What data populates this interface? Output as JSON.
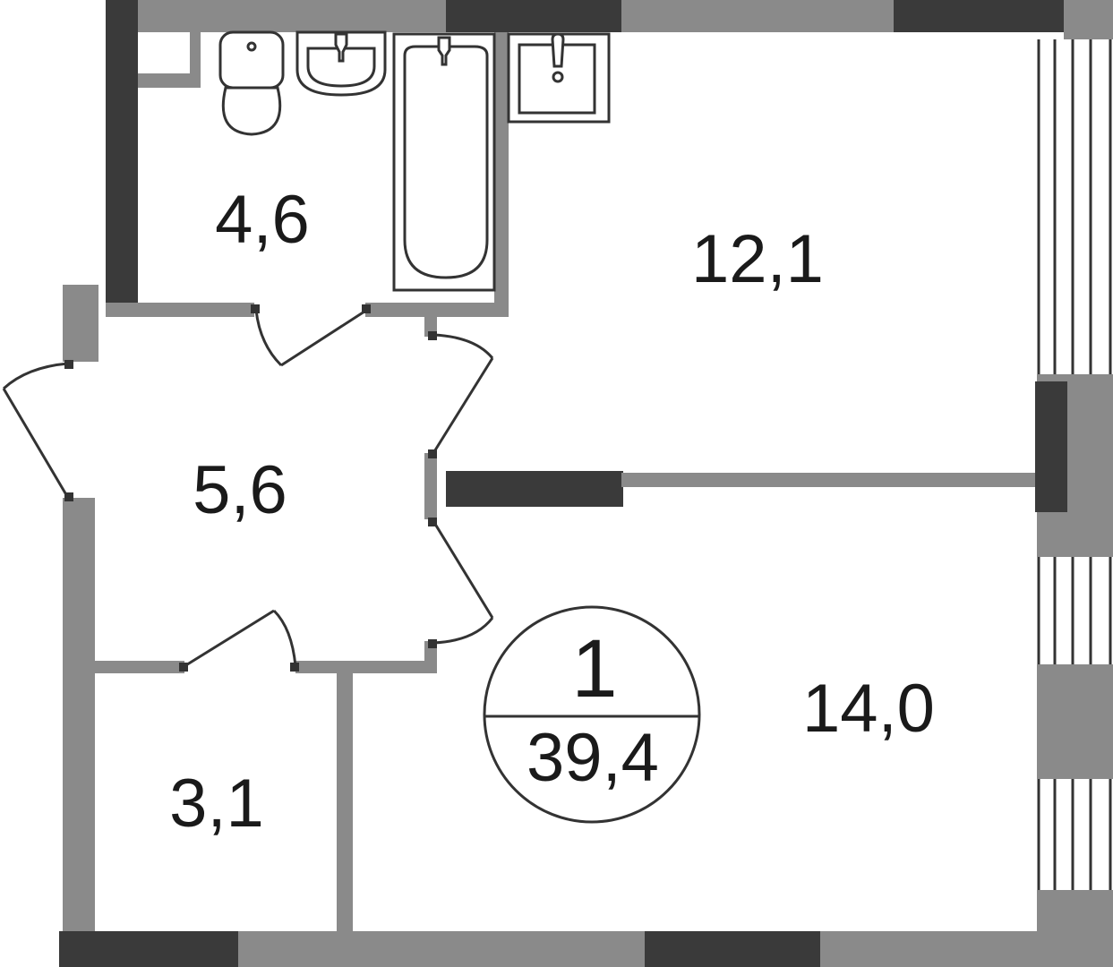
{
  "rooms": {
    "bathroom": {
      "area": "4,6"
    },
    "kitchen_living": {
      "area": "12,1"
    },
    "hall": {
      "area": "5,6"
    },
    "bedroom": {
      "area": "14,0"
    },
    "storage": {
      "area": "3,1"
    }
  },
  "badge": {
    "rooms_count": "1",
    "total_area": "39,4"
  },
  "colors": {
    "wall_light": "#8a8a8a",
    "wall_dark": "#3a3a3a",
    "line": "#333333"
  }
}
